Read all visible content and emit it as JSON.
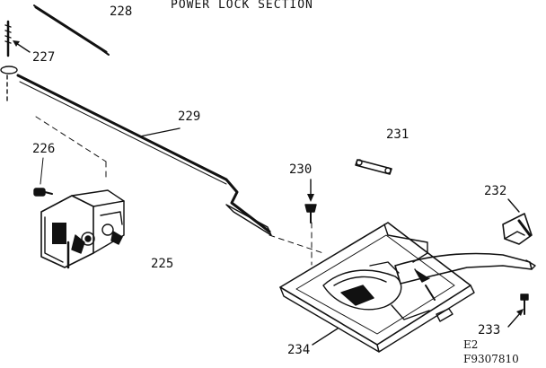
{
  "diagram": {
    "title": "POWER LOCK SECTION",
    "callouts": [
      "225",
      "226",
      "227",
      "228",
      "229",
      "230",
      "231",
      "232",
      "233",
      "234"
    ],
    "code_line1": "E2",
    "code_line2": "F9307810",
    "ink_color": "#111111",
    "paper_color": "#ffffff"
  }
}
